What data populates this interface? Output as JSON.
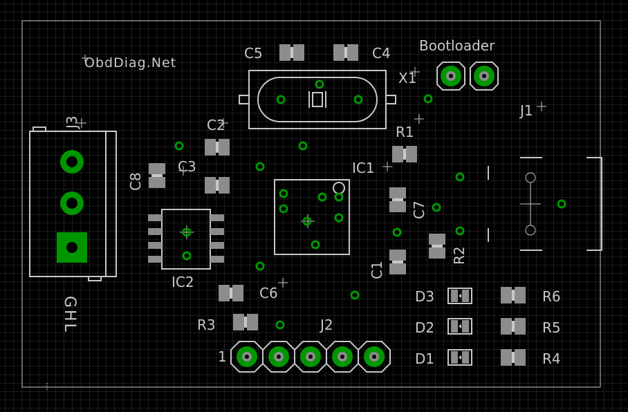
{
  "board": {
    "brand_text": "ObdDiag.Net",
    "colors": {
      "background": "#000000",
      "grid": "#3a3a3a",
      "silkscreen": "#c8c8c8",
      "copper_pad": "#8c8c8c",
      "via": "#009600",
      "outline": "#c8c8c8"
    }
  },
  "labels": {
    "c5": "C5",
    "c4": "C4",
    "bootloader": "Bootloader",
    "x1": "X1",
    "j3": "J3",
    "j1": "J1",
    "c2": "C2",
    "r1": "R1",
    "c8": "C8",
    "c3": "C3",
    "ic1": "IC1",
    "c7": "C7",
    "r2": "R2",
    "ic2": "IC2",
    "c1": "C1",
    "c6": "C6",
    "ghl": "GHL",
    "d3": "D3",
    "r6": "R6",
    "r3": "R3",
    "j2": "J2",
    "d2": "D2",
    "r5": "R5",
    "pin1": "1",
    "d1": "D1",
    "r4": "R4"
  }
}
